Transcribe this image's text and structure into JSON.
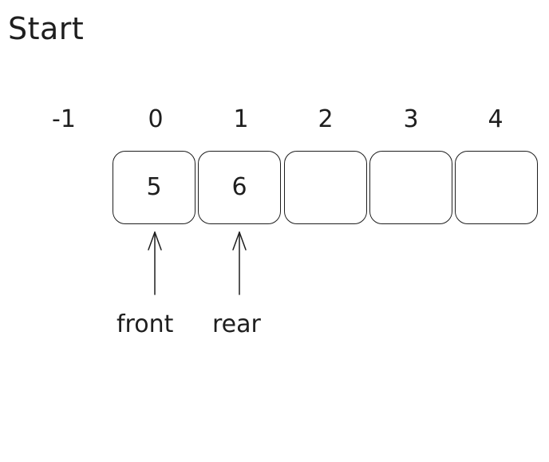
{
  "title": "Start",
  "indices": [
    "-1",
    "0",
    "1",
    "2",
    "3",
    "4"
  ],
  "cells": [
    "5",
    "6",
    "",
    "",
    ""
  ],
  "pointers": {
    "front": "front",
    "rear": "rear"
  }
}
